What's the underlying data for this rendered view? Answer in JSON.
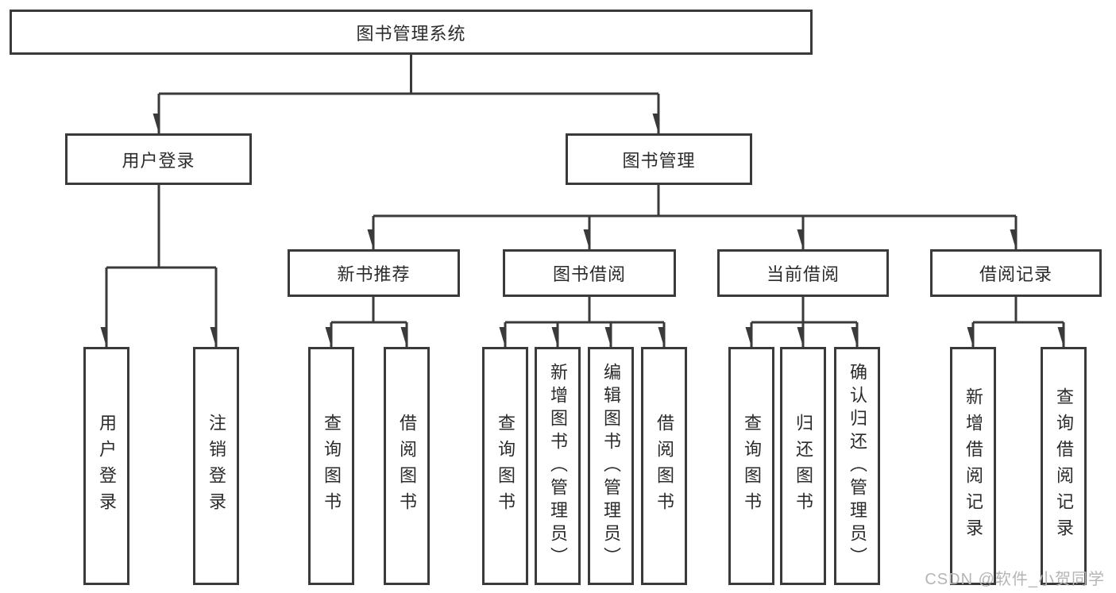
{
  "nodes": {
    "root": {
      "label": "图书管理系统"
    },
    "level2": [
      {
        "label": "用户登录"
      },
      {
        "label": "图书管理"
      }
    ],
    "level3": [
      {
        "label": "新书推荐"
      },
      {
        "label": "图书借阅"
      },
      {
        "label": "当前借阅"
      },
      {
        "label": "借阅记录"
      }
    ],
    "leaves": [
      "用户登录",
      "注销登录",
      "查询图书",
      "借阅图书",
      "查询图书",
      "新增图书（管理员）",
      "编辑图书（管理员）",
      "借阅图书",
      "查询图书",
      "归还图书",
      "确认归还（管理员）",
      "新增借阅记录",
      "查询借阅记录"
    ]
  },
  "watermark": "CSDN @软件_小贺同学",
  "colors": {
    "line": "#3a3a3a",
    "text": "#2b2b2b",
    "watermark": "#b5b5b5",
    "background": "#ffffff"
  }
}
